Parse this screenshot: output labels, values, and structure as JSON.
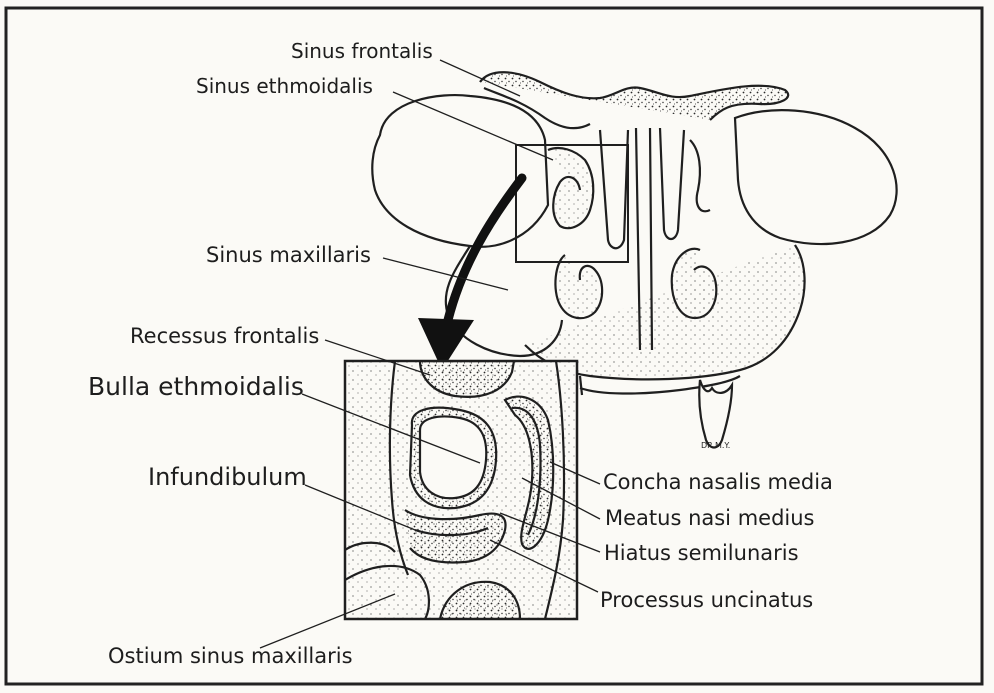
{
  "labels": {
    "sinus_frontalis": "Sinus frontalis",
    "sinus_ethmoidalis": "Sinus ethmoidalis",
    "sinus_maxillaris": "Sinus maxillaris",
    "recessus_frontalis": "Recessus frontalis",
    "bulla_ethmoidalis": "Bulla ethmoidalis",
    "infundibulum": "Infundibulum",
    "ostium_sinus_maxillaris": "Ostium sinus maxillaris",
    "concha_nasalis_media": "Concha nasalis media",
    "meatus_nasi_medius": "Meatus nasi medius",
    "hiatus_semilunaris": "Hiatus semilunaris",
    "processus_uncinatus": "Processus uncinatus"
  },
  "signature": "DR.M.Y."
}
